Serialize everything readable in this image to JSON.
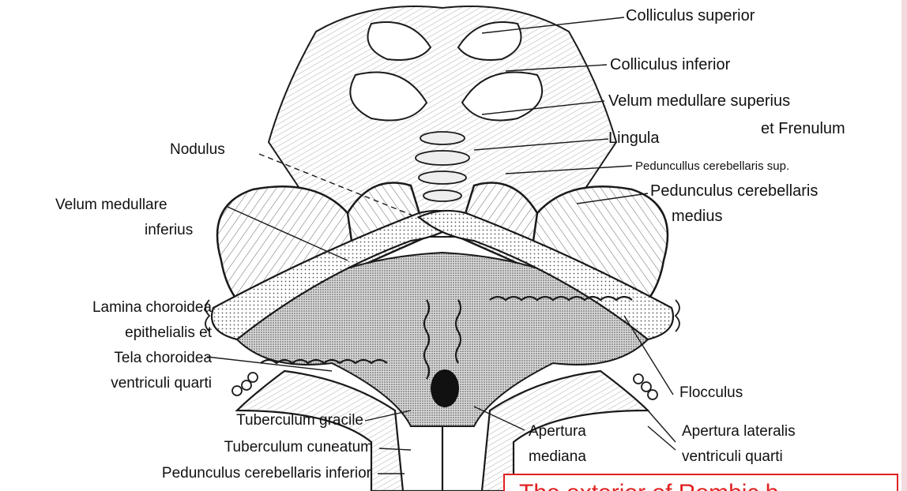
{
  "labels": {
    "colliculus_superior": "Colliculus superior",
    "colliculus_inferior": "Colliculus inferior",
    "velum_sup_1": "Velum medullare superius",
    "velum_sup_2": "et Frenulum",
    "lingula": "Lingula",
    "ped_sup": "Peduncullus cerebellaris sup.",
    "ped_medius_1": "Pedunculus cerebellaris",
    "ped_medius_2": "medius",
    "nodulus": "Nodulus",
    "velum_inf_1": "Velum medullare",
    "velum_inf_2": "inferius",
    "lamina_1": "Lamina choroidea",
    "lamina_2": "epithelialis et",
    "lamina_3": "Tela choroidea",
    "lamina_4": "ventriculi quarti",
    "flocculus": "Flocculus",
    "tub_gracile": "Tuberculum gracile",
    "tub_cuneatum": "Tuberculum cuneatum",
    "ped_inf": "Pedunculus cerebellaris inferior",
    "apertura_mediana_1": "Apertura",
    "apertura_mediana_2": "mediana",
    "apertura_lat_1": "Apertura lateralis",
    "apertura_lat_2": "ventriculi quarti"
  },
  "caption": "The exterior of Rombic b",
  "colors": {
    "line": "#1a1a1a",
    "caption": "#e02020",
    "border": "#f4d9df"
  }
}
